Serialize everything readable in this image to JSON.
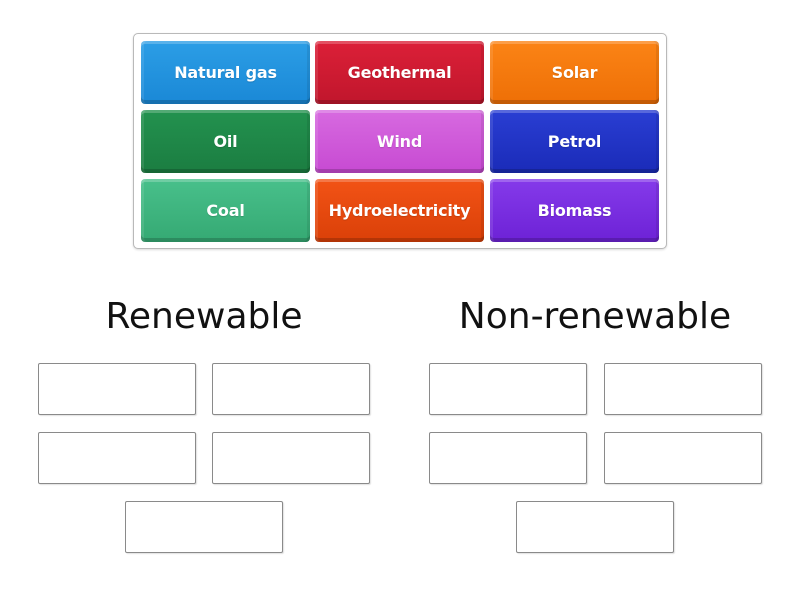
{
  "tiles": [
    {
      "label": "Natural gas",
      "color": "#1f93e0"
    },
    {
      "label": "Geothermal",
      "color": "#d11a33"
    },
    {
      "label": "Solar",
      "color": "#f6780f"
    },
    {
      "label": "Oil",
      "color": "#1f8a4a"
    },
    {
      "label": "Wind",
      "color": "#cf5fd8"
    },
    {
      "label": "Petrol",
      "color": "#2134c8"
    },
    {
      "label": "Coal",
      "color": "#3cb780"
    },
    {
      "label": "Hydroelectricity",
      "color": "#ea4a0d"
    },
    {
      "label": "Biomass",
      "color": "#7b2ee0"
    }
  ],
  "groups": [
    {
      "title": "Renewable",
      "slots": 5
    },
    {
      "title": "Non-renewable",
      "slots": 5
    }
  ]
}
